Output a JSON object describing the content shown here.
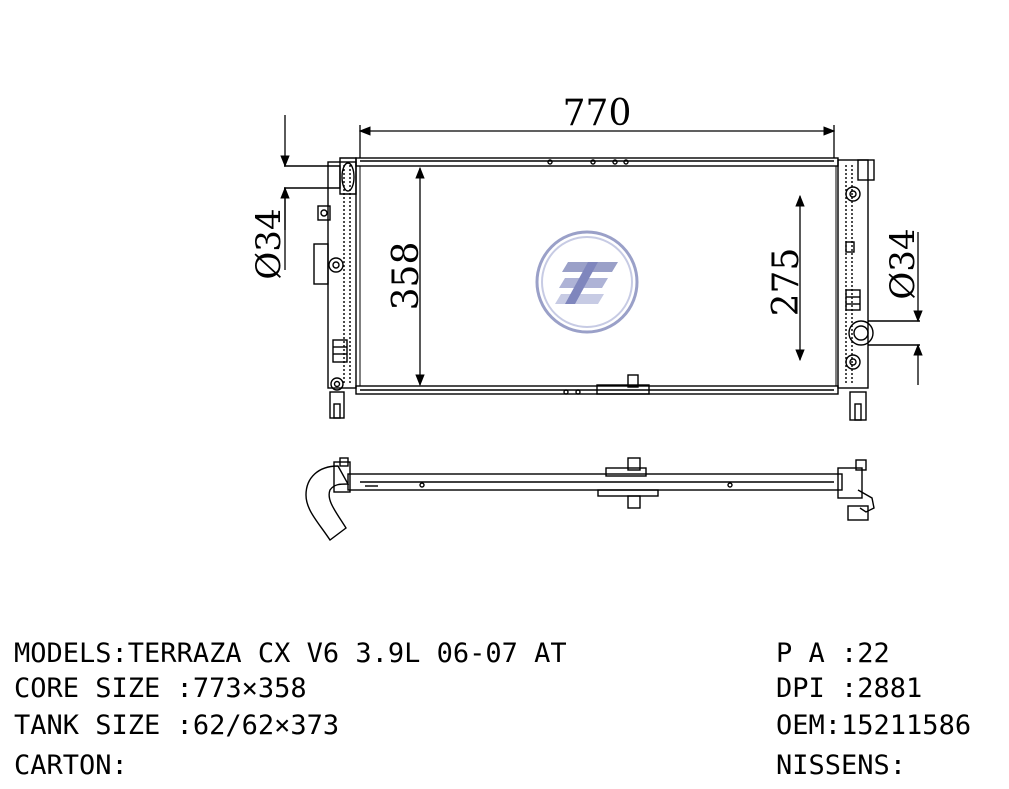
{
  "dimensions": {
    "width_label": "770",
    "height_label": "358",
    "inner_height_label": "275",
    "inlet_label": "Ø34",
    "outlet_label": "Ø34"
  },
  "specs_left": [
    {
      "label": "MODELS:",
      "value": "TERRAZA CX V6 3.9L 06-07 AT"
    },
    {
      "label": "CORE SIZE :",
      "value": "773×358"
    },
    {
      "label": "TANK SIZE :",
      "value": "62/62×373"
    },
    {
      "label": "CARTON:",
      "value": ""
    }
  ],
  "specs_right": [
    {
      "label": "P A :",
      "value": "22"
    },
    {
      "label": "DPI :",
      "value": "2881"
    },
    {
      "label": "OEM:",
      "value": "15211586"
    },
    {
      "label": "NISSENS:",
      "value": ""
    }
  ],
  "colors": {
    "line": "#000000",
    "logo_ring": "#9aa0c8",
    "logo_fill": "#c7cbe4"
  }
}
